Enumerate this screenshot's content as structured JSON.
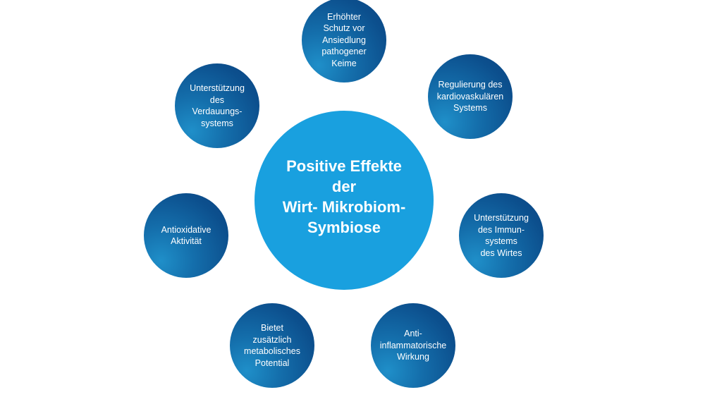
{
  "center": {
    "label": "Positive Effekte\nder\nWirt- Mikrobiom-\nSymbiose"
  },
  "effects": [
    {
      "label": "Erhöhter\nSchutz vor\nAnsiedlung\npathogener\nKeime"
    },
    {
      "label": "Regulierung des\nkardiovaskulären\nSystems"
    },
    {
      "label": "Unterstützung\ndes Immun-\nsystems\ndes Wirtes"
    },
    {
      "label": "Anti-\ninflammatorische\nWirkung"
    },
    {
      "label": "Bietet\nzusätzlich\nmetabolisches\nPotential"
    },
    {
      "label": "Antioxidative\nAktivität"
    },
    {
      "label": "Unterstützung\ndes\nVerdauungs-\nsystems"
    }
  ],
  "colors": {
    "center": "#19a0df",
    "node_dark": "#0a4584",
    "node_light": "#1f8fc9"
  }
}
